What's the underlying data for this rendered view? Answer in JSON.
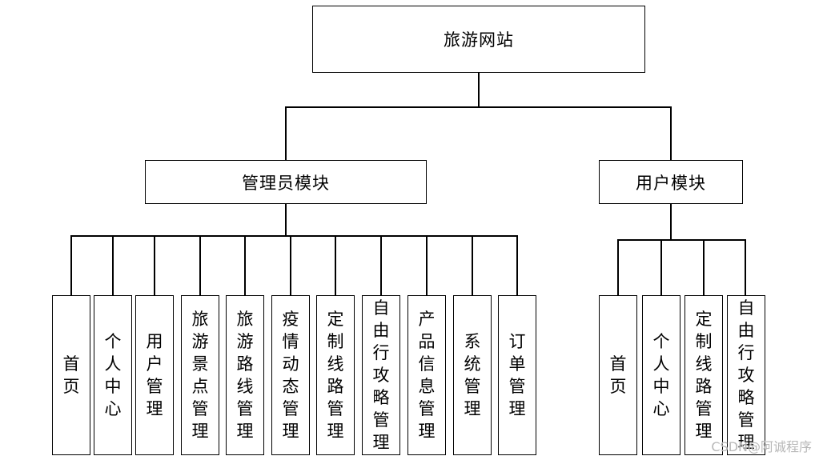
{
  "root": {
    "label": "旅游网站"
  },
  "admin_module": {
    "label": "管理员模块",
    "items": [
      {
        "label": "首页"
      },
      {
        "label": "个人中心"
      },
      {
        "label": "用户管理"
      },
      {
        "label": "旅游景点管理"
      },
      {
        "label": "旅游路线管理"
      },
      {
        "label": "疫情动态管理"
      },
      {
        "label": "定制线路管理"
      },
      {
        "label": "自由行攻略管理"
      },
      {
        "label": "产品信息管理"
      },
      {
        "label": "系统管理"
      },
      {
        "label": "订单管理"
      }
    ]
  },
  "user_module": {
    "label": "用户模块",
    "items": [
      {
        "label": "首页"
      },
      {
        "label": "个人中心"
      },
      {
        "label": "定制线路管理"
      },
      {
        "label": "自由行攻略管理"
      }
    ]
  },
  "watermark": {
    "label": "CSDN@阿诚程序"
  }
}
